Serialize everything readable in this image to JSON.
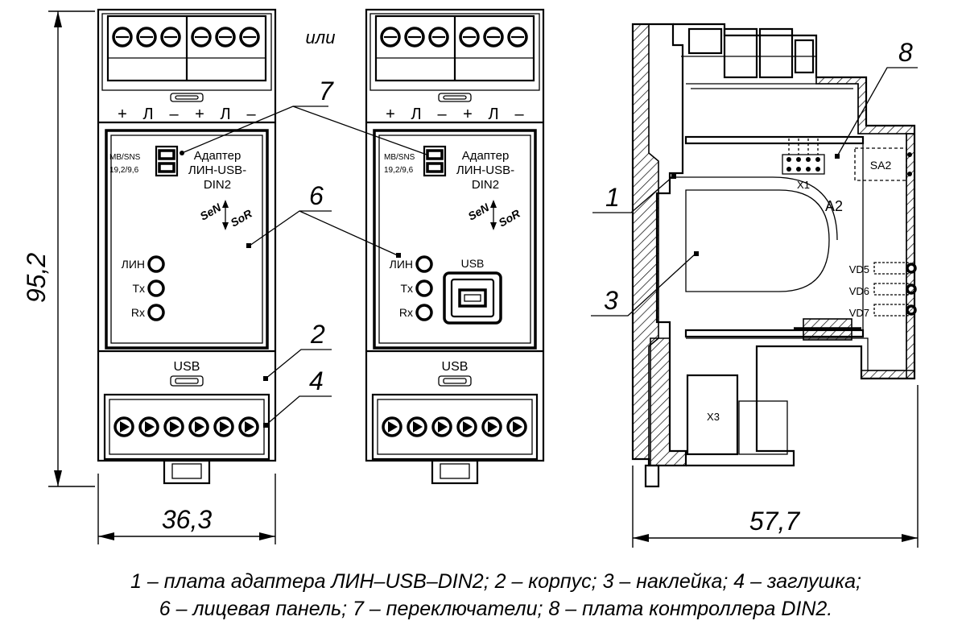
{
  "dimensions": {
    "height": "95,2",
    "width_front": "36,3",
    "width_side": "57,7"
  },
  "or_label": "или",
  "terminal_labels": [
    "+",
    "Л",
    "–",
    "+",
    "Л",
    "–"
  ],
  "panel": {
    "switch_top": "MB/SNS",
    "switch_bottom": "19,2/9,6",
    "adapter_line1": "Адаптер",
    "adapter_line2": "ЛИН-USB-",
    "adapter_line3": "DIN2",
    "brand_left": "SeN",
    "brand_right": "SoR",
    "leds": [
      "ЛИН",
      "Tx",
      "Rx"
    ],
    "usb_label_panel": "USB",
    "usb_label_bottom": "USB"
  },
  "callouts": [
    "1",
    "2",
    "3",
    "4",
    "6",
    "7",
    "8"
  ],
  "side": {
    "x1": "X1",
    "sa2": "SA2",
    "a2": "A2",
    "x3": "X3",
    "vd": [
      "VD5",
      "VD6",
      "VD7"
    ]
  },
  "caption": {
    "line1": "1 – плата адаптера ЛИН–USB–DIN2; 2 – корпус; 3 – наклейка; 4 – заглушка;",
    "line2": "6 – лицевая панель; 7 – переключатели; 8 – плата контроллера DIN2."
  }
}
